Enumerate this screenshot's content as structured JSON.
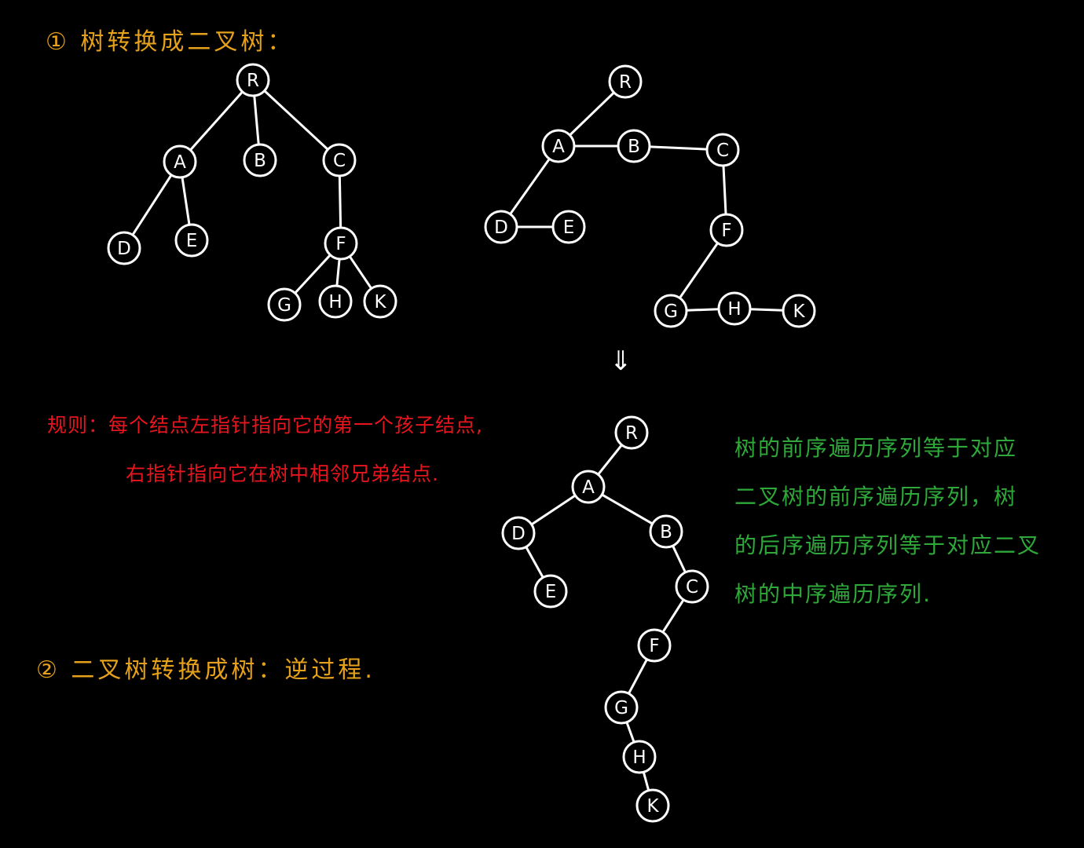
{
  "headings": {
    "step1": "① 树转换成二叉树：",
    "step2": "② 二叉树转换成树：逆过程."
  },
  "rule": {
    "line1": "规则：每个结点左指针指向它的第一个孩子结点,",
    "line2": "右指针指向它在树中相邻兄弟结点."
  },
  "note": {
    "line1": "树的前序遍历序列等于对应",
    "line2": "二叉树的前序遍历序列，树",
    "line3": "的后序遍历序列等于对应二叉",
    "line4": "树的中序遍历序列."
  },
  "arrow_symbol": "⇓",
  "colors": {
    "background": "#000000",
    "line": "#ffffff",
    "heading": "#e6a11a",
    "rule": "#e8141e",
    "note": "#2fa83a"
  },
  "trees": [
    {
      "id": "original",
      "nodes": [
        "R",
        "A",
        "B",
        "C",
        "D",
        "E",
        "F",
        "G",
        "H",
        "K"
      ],
      "edges": [
        [
          "R",
          "A"
        ],
        [
          "R",
          "B"
        ],
        [
          "R",
          "C"
        ],
        [
          "A",
          "D"
        ],
        [
          "A",
          "E"
        ],
        [
          "C",
          "F"
        ],
        [
          "F",
          "G"
        ],
        [
          "F",
          "H"
        ],
        [
          "F",
          "K"
        ]
      ]
    },
    {
      "id": "linked",
      "nodes": [
        "R",
        "A",
        "B",
        "C",
        "D",
        "E",
        "F",
        "G",
        "H",
        "K"
      ],
      "edges": [
        [
          "R",
          "A"
        ],
        [
          "A",
          "B"
        ],
        [
          "B",
          "C"
        ],
        [
          "A",
          "D"
        ],
        [
          "D",
          "E"
        ],
        [
          "C",
          "F"
        ],
        [
          "F",
          "G"
        ],
        [
          "G",
          "H"
        ],
        [
          "H",
          "K"
        ]
      ]
    },
    {
      "id": "binary",
      "nodes": [
        "R",
        "A",
        "D",
        "B",
        "E",
        "C",
        "F",
        "G",
        "H",
        "K"
      ],
      "edges": [
        [
          "R",
          "A"
        ],
        [
          "A",
          "D"
        ],
        [
          "A",
          "B"
        ],
        [
          "D",
          "E"
        ],
        [
          "B",
          "C"
        ],
        [
          "C",
          "F"
        ],
        [
          "F",
          "G"
        ],
        [
          "G",
          "H"
        ],
        [
          "H",
          "K"
        ]
      ]
    }
  ]
}
